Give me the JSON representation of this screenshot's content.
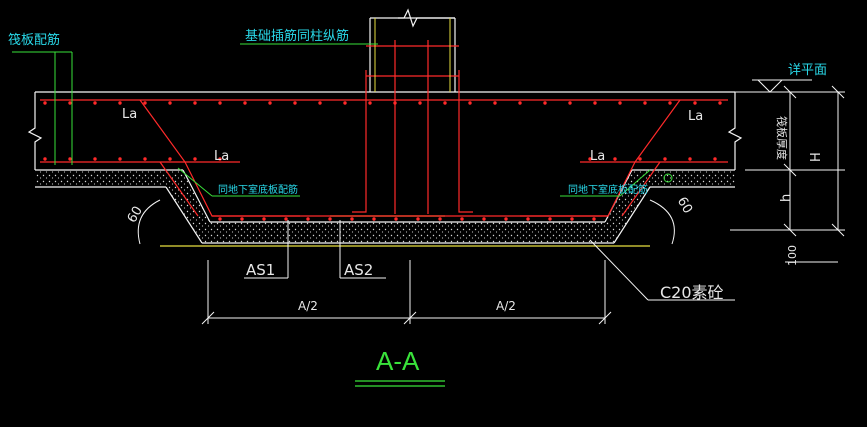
{
  "labels": {
    "raft_reinforcement": "筏板配筋",
    "column_rebar": "基础插筋同柱纵筋",
    "finished_floor": "详平面",
    "raft_thickness": "筏板厚度",
    "H": "H",
    "h": "h",
    "la": "La",
    "basement_bottom_rebar": "同地下室底板配筋",
    "angle_60": "60",
    "as1": "AS1",
    "as2": "AS2",
    "dim_100": "100",
    "half_a": "A/2",
    "concrete": "C20素砼",
    "section_title": "A-A"
  },
  "colors": {
    "rebar": "#ff2a2a",
    "outline": "#f5f5f5",
    "cyan_text": "#29d8e8",
    "green": "#39e23a",
    "yellow": "#e8e040"
  }
}
